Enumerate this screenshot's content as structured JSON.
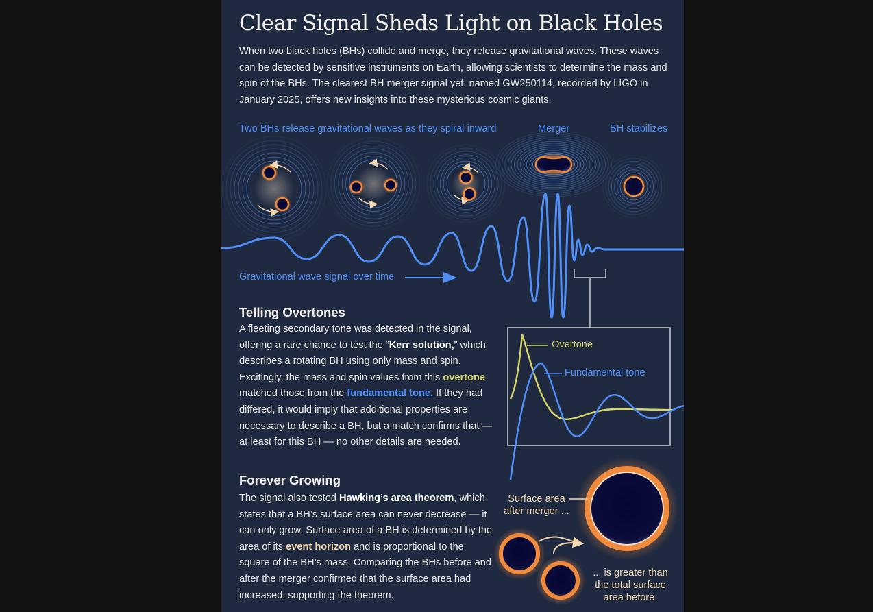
{
  "title": "Clear Signal Sheds Light on Black Holes",
  "intro": "When two black holes (BHs) collide and merge, they release gravitational waves. These waves can be detected by sensitive instruments on Earth, allowing scientists to determine the mass and spin of the BHs. The clearest BH merger signal yet, named GW250114, recorded by LIGO in January 2025, offers new insights into these mysterious cosmic giants.",
  "stages": {
    "inspiral": "Two BHs release gravitational waves as they spiral inward",
    "merger": "Merger",
    "stabilizes": "BH stabilizes"
  },
  "signal_label": "Gravitational wave signal over time",
  "overtones": {
    "heading": "Telling Overtones",
    "p1": "A fleeting secondary tone was detected in the signal, offering a rare chance to test the “",
    "kerr": "Kerr solution,",
    "p2": "” which describes a rotating BH using only mass and spin. Excitingly, the mass and spin values from this ",
    "overtone": "overtone",
    "p3": " matched those from the ",
    "fundamental": "fundamental tone.",
    "p4": " If they had differed, it would imply that additional properties are necessary to describe a BH, but a match confirms that — at least for this BH — no other details are needed."
  },
  "inset": {
    "overtone_label": "Overtone",
    "fundamental_label": "Fundamental tone"
  },
  "growing": {
    "heading": "Forever Growing",
    "p1": "The signal also tested ",
    "hawking": "Hawking’s area theorem",
    "p2": ", which states that a BH’s surface area can never decrease — it can only grow. Surface area of a BH is determined by the area of its ",
    "horizon": "event horizon",
    "p3": " and is proportional to the square of the BH’s mass. Comparing the BHs before and after the merger confirmed that the surface area had increased, supporting the theorem."
  },
  "area": {
    "after_label": "Surface area after merger ...",
    "before_label": "... is greater than the total surface area before."
  },
  "colors": {
    "background": "#1f2a40",
    "signal_blue": "#4f8ff7",
    "overtone_yellow": "#d6d468",
    "accent_cream": "#f2d9b4",
    "horizon_orange": "#f08a3c"
  }
}
